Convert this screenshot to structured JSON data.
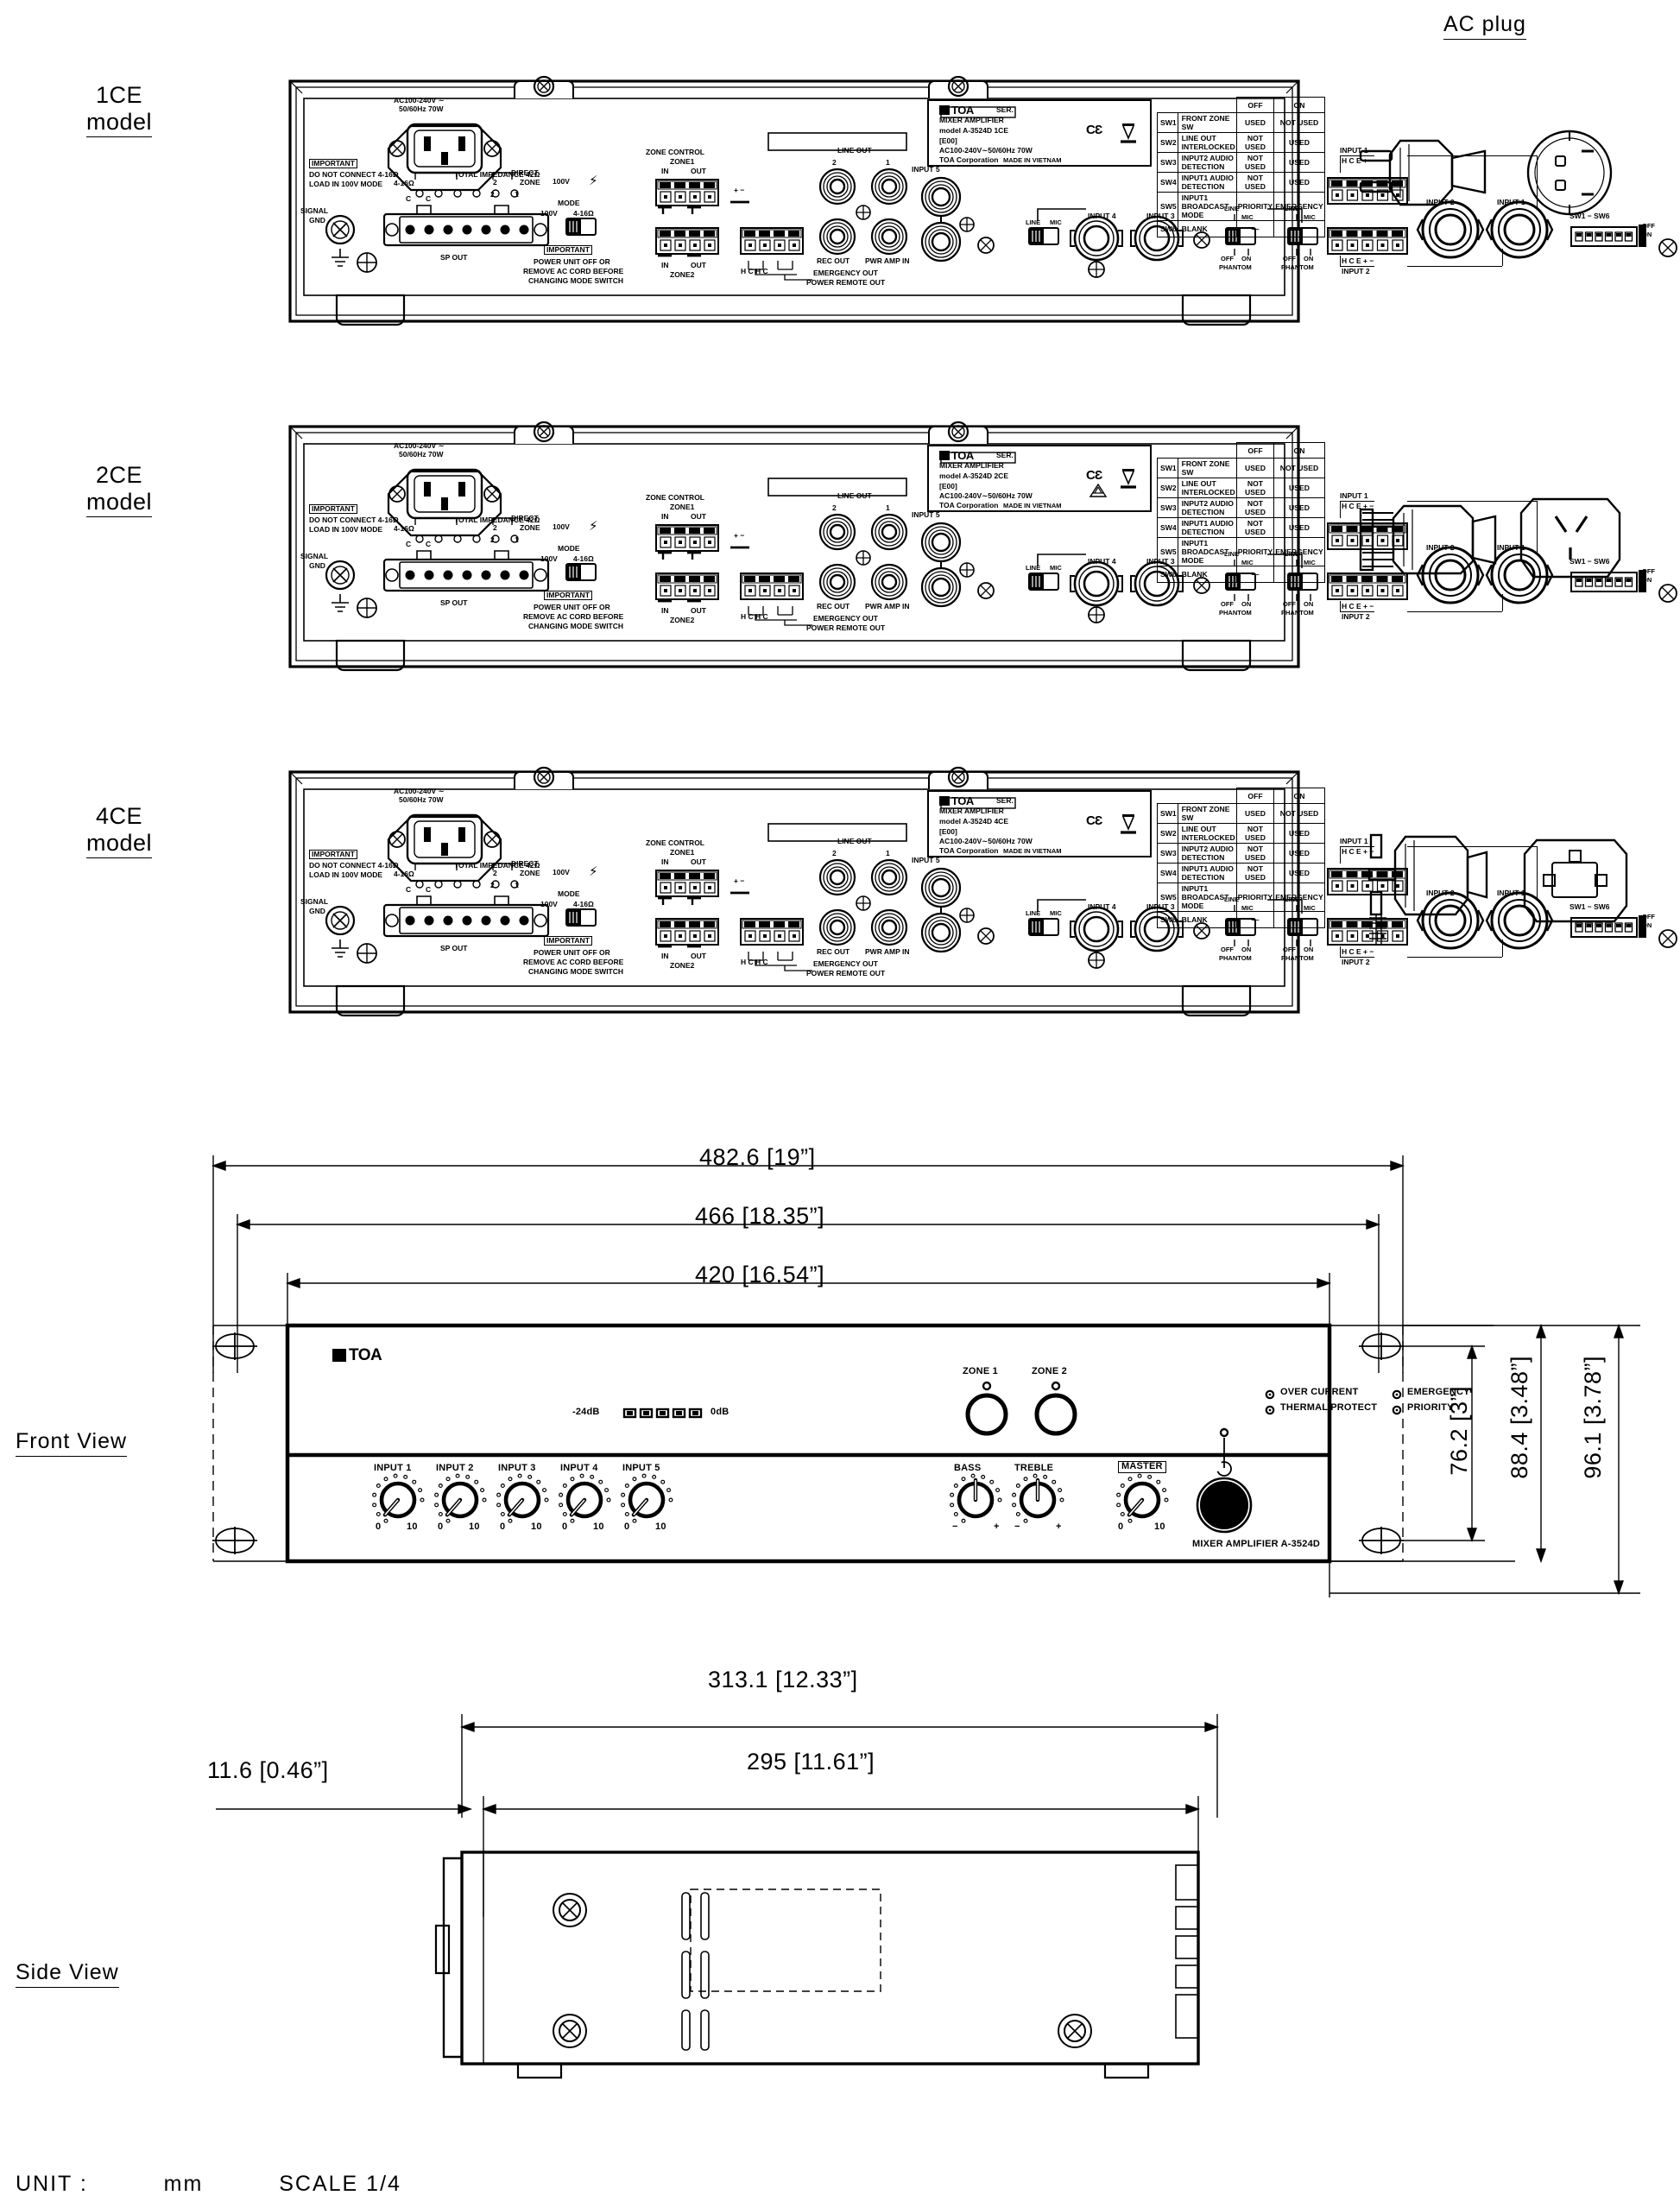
{
  "page": {
    "ac_plug_title": "AC plug",
    "front_view_title": "Front  View",
    "side_view_title": "Side  View",
    "unit_label": "UNIT :",
    "unit_value": "mm",
    "scale_label": "SCALE 1/4"
  },
  "models": [
    {
      "id": "1ce",
      "name_line1": "1CE",
      "name_line2": "model",
      "plate": {
        "brand": "TOA",
        "ser": "SER.",
        "title": "MIXER   AMPLIFIER",
        "model": "model A-3524D 1CE",
        "code": "[E00]",
        "power": "AC100-240V∼50/60Hz  70W",
        "corp": "TOA Corporation",
        "origin": "MADE  IN   VIETNAM",
        "marks": [
          "CE",
          "WEEE"
        ]
      },
      "switch_table": {
        "col_headers": [
          "OFF",
          "ON"
        ],
        "rows": [
          {
            "sw": "SW1",
            "func": "FRONT ZONE SW",
            "off": "USED",
            "on": "NOT USED"
          },
          {
            "sw": "SW2",
            "func": "LINE OUT INTERLOCKED",
            "off": "NOT USED",
            "on": "USED"
          },
          {
            "sw": "SW3",
            "func": "INPUT2 AUDIO DETECTION",
            "off": "NOT USED",
            "on": "USED"
          },
          {
            "sw": "SW4",
            "func": "INPUT1 AUDIO DETECTION",
            "off": "NOT USED",
            "on": "USED"
          },
          {
            "sw": "SW5",
            "func": "INPUT1 BROADCAST MODE",
            "off": "PRIORITY",
            "on": "EMERGENCY"
          },
          {
            "sw": "SW6",
            "func": "BLANK",
            "off": "—",
            "on": "—"
          }
        ]
      }
    },
    {
      "id": "2ce",
      "name_line1": "2CE",
      "name_line2": "model",
      "plate": {
        "brand": "TOA",
        "ser": "SER.",
        "title": "MIXER   AMPLIFIER",
        "model": "model A-3524D 2CE",
        "code": "[E00]",
        "power": "AC100-240V∼50/60Hz  70W",
        "corp": "TOA Corporation",
        "origin": "MADE  IN   VIETNAM",
        "marks": [
          "CE",
          "RCM",
          "WEEE"
        ]
      },
      "switch_table": {
        "col_headers": [
          "OFF",
          "ON"
        ],
        "rows": [
          {
            "sw": "SW1",
            "func": "FRONT ZONE SW",
            "off": "USED",
            "on": "NOT USED"
          },
          {
            "sw": "SW2",
            "func": "LINE OUT INTERLOCKED",
            "off": "NOT USED",
            "on": "USED"
          },
          {
            "sw": "SW3",
            "func": "INPUT2 AUDIO DETECTION",
            "off": "NOT USED",
            "on": "USED"
          },
          {
            "sw": "SW4",
            "func": "INPUT1 AUDIO DETECTION",
            "off": "NOT USED",
            "on": "USED"
          },
          {
            "sw": "SW5",
            "func": "INPUT1 BROADCAST MODE",
            "off": "PRIORITY",
            "on": "EMERGENCY"
          },
          {
            "sw": "SW6",
            "func": "BLANK",
            "off": "—",
            "on": "—"
          }
        ]
      }
    },
    {
      "id": "4ce",
      "name_line1": "4CE",
      "name_line2": "model",
      "plate": {
        "brand": "TOA",
        "ser": "SER.",
        "title": "MIXER   AMPLIFIER",
        "model": "model A-3524D 4CE",
        "code": "[E00]",
        "power": "AC100-240V∼50/60Hz  70W",
        "corp": "TOA Corporation",
        "origin": "MADE  IN   VIETNAM",
        "marks": [
          "CE",
          "WEEE"
        ]
      },
      "switch_table": {
        "col_headers": [
          "OFF",
          "ON"
        ],
        "rows": [
          {
            "sw": "SW1",
            "func": "FRONT ZONE SW",
            "off": "USED",
            "on": "NOT USED"
          },
          {
            "sw": "SW2",
            "func": "LINE OUT INTERLOCKED",
            "off": "NOT USED",
            "on": "USED"
          },
          {
            "sw": "SW3",
            "func": "INPUT2 AUDIO DETECTION",
            "off": "NOT USED",
            "on": "USED"
          },
          {
            "sw": "SW4",
            "func": "INPUT1 AUDIO DETECTION",
            "off": "NOT USED",
            "on": "USED"
          },
          {
            "sw": "SW5",
            "func": "INPUT1 BROADCAST MODE",
            "off": "PRIORITY",
            "on": "EMERGENCY"
          },
          {
            "sw": "SW6",
            "func": "BLANK",
            "off": "—",
            "on": "—"
          }
        ]
      }
    }
  ],
  "rear_panel": {
    "ac_inlet_line1": "AC100-240V ∼",
    "ac_inlet_line2": "50/60Hz  70W",
    "important1_tag": "IMPORTANT",
    "important1_l1": "DO NOT CONNECT 4-16Ω",
    "important1_l2": "LOAD IN 100V MODE",
    "total_impedance": "TOTAL IMPEDANCE  42Ω",
    "signal_gnd_l1": "SIGNAL",
    "signal_gnd_l2": "GND",
    "sp_out": "SP OUT",
    "ohm_range": "4-16Ω",
    "term_c1": "C",
    "term_c2": "C",
    "direct": "DIRECT",
    "zone": "ZONE",
    "zone_2": "2",
    "zone_1": "1",
    "v100": "100V",
    "mode": "MODE",
    "mode_100v": "100V",
    "mode_ohm": "4-16Ω",
    "important2_tag": "IMPORTANT",
    "important2_l1": "POWER UNIT OFF OR",
    "important2_l2": "REMOVE AC CORD BEFORE",
    "important2_l3": "CHANGING MODE SWITCH",
    "zone_control": "ZONE CONTROL",
    "zone1": "ZONE1",
    "zone2": "ZONE2",
    "in": "IN",
    "out": "OUT",
    "plus_minus": "+ −",
    "hchc": "H  C  H  C",
    "emergency_out": "EMERGENCY  OUT",
    "power_remote_out": "POWER  REMOTE  OUT",
    "line_out": "LINE OUT",
    "lineout_2": "2",
    "lineout_1": "1",
    "rec_out": "REC OUT",
    "pwr_amp_in": "PWR AMP IN",
    "input5": "INPUT 5",
    "input4": "INPUT 4",
    "input3": "INPUT 3",
    "input2": "INPUT 2",
    "input1": "INPUT 1",
    "line": "LINE",
    "mic": "MIC",
    "off": "OFF",
    "on": "ON",
    "phantom": "PHANTOM",
    "hce_pm": "H  C  E  +  −",
    "sw_range": "SW1  −  SW6",
    "sw_off": "OFF",
    "sw_on": "ON"
  },
  "front_panel": {
    "brand": "TOA",
    "meter_min": "-24dB",
    "meter_max": "0dB",
    "meter_segments": 5,
    "zone1": "ZONE 1",
    "zone2": "ZONE 2",
    "indicators": [
      "OVER  CURRENT",
      "THERMAL  PROTECT",
      "EMERGENCY",
      "PRIORITY"
    ],
    "input_knobs": [
      "INPUT 1",
      "INPUT 2",
      "INPUT 3",
      "INPUT 4",
      "INPUT 5"
    ],
    "knob_min": "0",
    "knob_max": "10",
    "bass": "BASS",
    "treble": "TREBLE",
    "tone_min": "−",
    "tone_max": "+",
    "master": "MASTER",
    "model_text": "MIXER  AMPLIFIER  A-3524D"
  },
  "dimensions": {
    "front": [
      {
        "name": "overall-width",
        "text": "482.6 [19”]"
      },
      {
        "name": "rack-width",
        "text": "466 [18.35”]"
      },
      {
        "name": "chassis-width",
        "text": "420 [16.54”]"
      }
    ],
    "front_vertical": [
      {
        "name": "rack-hole-height",
        "text": "76.2 [3”]"
      },
      {
        "name": "panel-height",
        "text": "88.4 [3.48”]"
      },
      {
        "name": "overall-height",
        "text": "96.1 [3.78”]"
      }
    ],
    "side": [
      {
        "name": "front-projection",
        "text": "11.6 [0.46”]"
      },
      {
        "name": "overall-depth",
        "text": "313.1 [12.33”]"
      },
      {
        "name": "chassis-depth",
        "text": "295 [11.61”]"
      }
    ]
  }
}
